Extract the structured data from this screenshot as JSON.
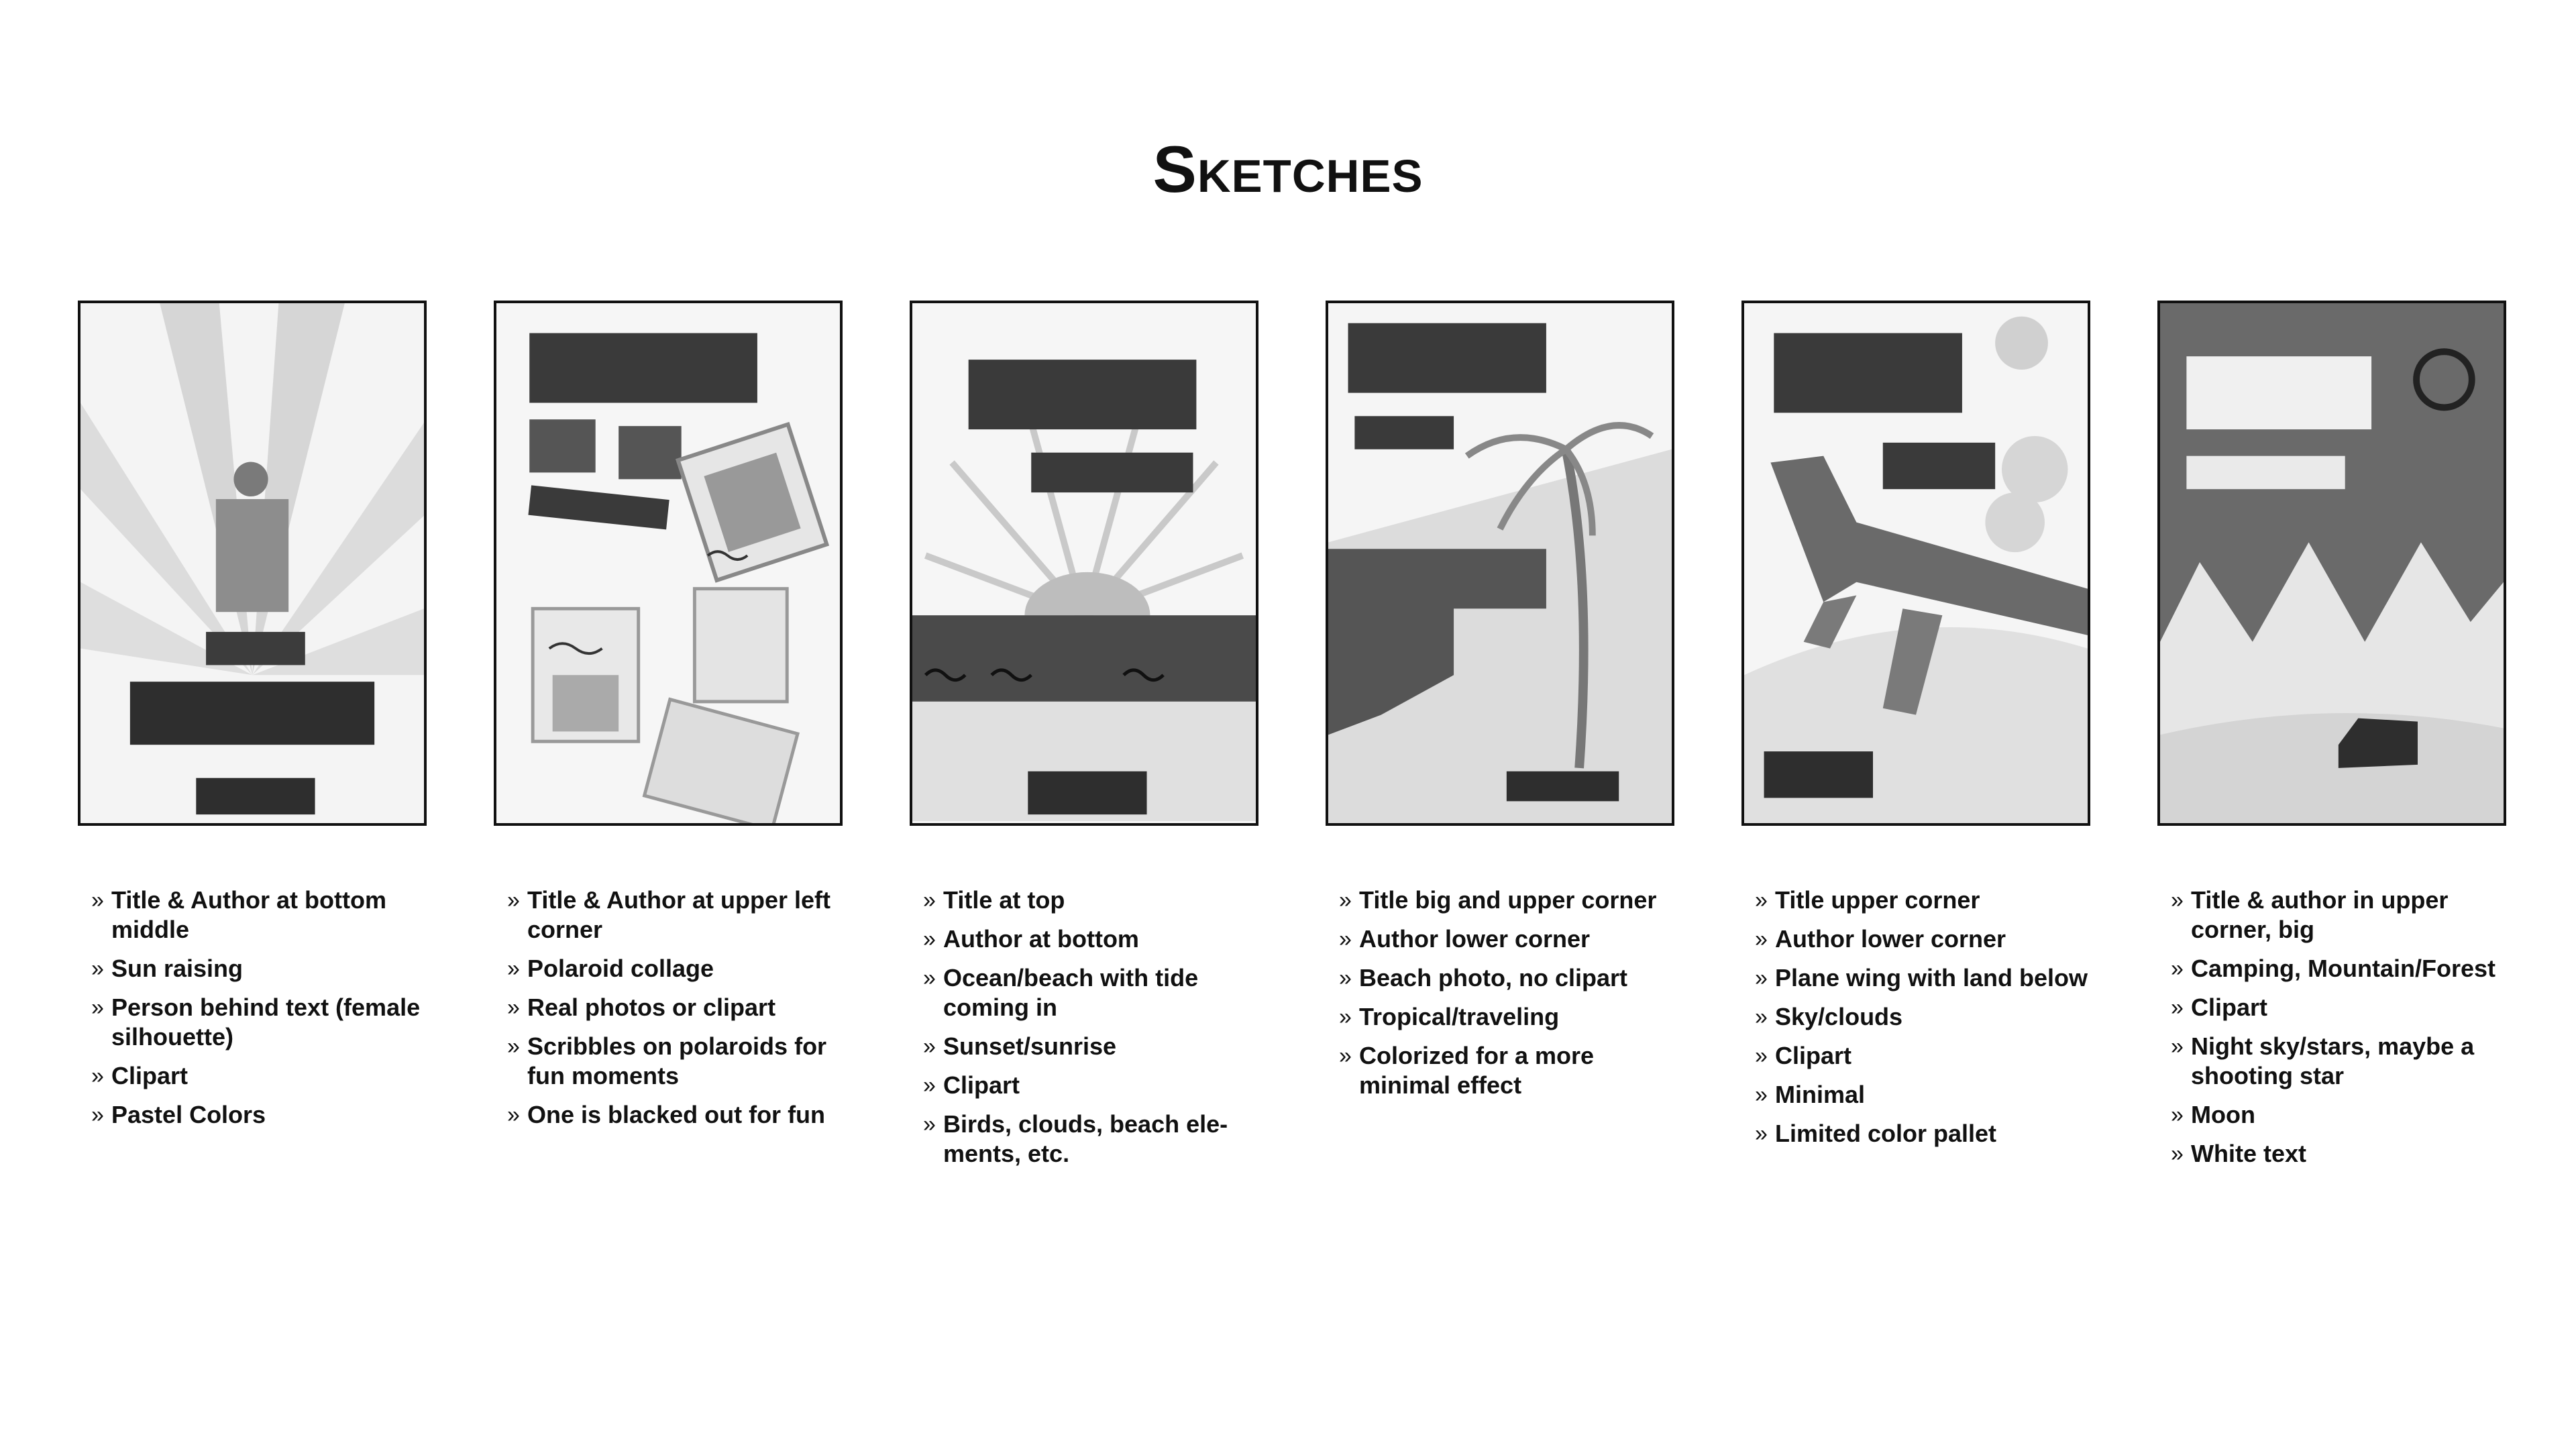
{
  "page": {
    "title": "Sketches"
  },
  "sketches": [
    {
      "name": "sketch-1",
      "icon": "sketch-thumbnail-sunrays-silhouette",
      "notes": [
        "Title & Author at bottom middle",
        "Sun raising",
        "Person behind text (female silhouette)",
        "Clipart",
        "Pastel Colors"
      ]
    },
    {
      "name": "sketch-2",
      "icon": "sketch-thumbnail-polaroid-collage",
      "notes": [
        "Title & Author at upper left corner",
        "Polaroid collage",
        "Real photos or clipart",
        "Scribbles on polaroids for fun moments",
        "One is blacked out for fun"
      ]
    },
    {
      "name": "sketch-3",
      "icon": "sketch-thumbnail-sunset-ocean",
      "notes": [
        "Title at top",
        "Author at bottom",
        "Ocean/beach with tide coming in",
        "Sunset/sunrise",
        "Clipart",
        "Birds, clouds, beach ele-ments, etc."
      ]
    },
    {
      "name": "sketch-4",
      "icon": "sketch-thumbnail-palm-beach",
      "notes": [
        "Title big and upper corner",
        "Author lower corner",
        "Beach photo, no clipart",
        "Tropical/traveling",
        "Colorized for a more minimal effect"
      ]
    },
    {
      "name": "sketch-5",
      "icon": "sketch-thumbnail-plane-wing",
      "notes": [
        "Title upper corner",
        "Author lower corner",
        "Plane wing with land below",
        "Sky/clouds",
        "Clipart",
        "Minimal",
        "Limited color pallet"
      ]
    },
    {
      "name": "sketch-6",
      "icon": "sketch-thumbnail-mountains-moon",
      "notes": [
        "Title & author in upper corner, big",
        "Camping, Mountain/Forest",
        "Clipart",
        "Night sky/stars, maybe a shooting star",
        "Moon",
        "White text"
      ]
    }
  ],
  "colors": {
    "background": "#ffffff",
    "ink": "#111111",
    "pencil_dark": "#2b2b2b",
    "pencil_mid": "#8a8a8a",
    "pencil_light": "#cfcfcf"
  }
}
